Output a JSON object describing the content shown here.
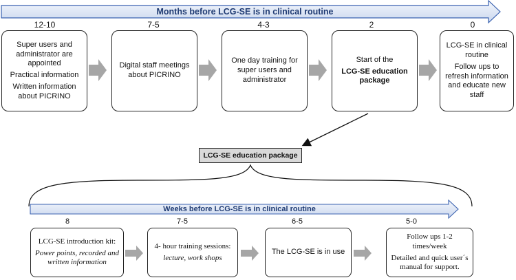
{
  "top_timeline": {
    "title": "Months before LCG-SE is in clinical routine",
    "steps": [
      {
        "label": "12-10",
        "lines": [
          "Super users and administrator are appointed",
          "Practical information",
          "Written information about PICRINO"
        ]
      },
      {
        "label": "7-5",
        "lines": [
          "Digital staff meetings about PICRINO"
        ]
      },
      {
        "label": "4-3",
        "lines": [
          "One day training for super users and administrator"
        ]
      },
      {
        "label": "2",
        "lines": [
          "Start of the",
          "LCG-SE education package"
        ]
      },
      {
        "label": "0",
        "lines": [
          "LCG-SE in clinical routine",
          "Follow ups to refresh information and educate new staff"
        ]
      }
    ]
  },
  "package_label": "LCG-SE education package",
  "bottom_timeline": {
    "title": "Weeks before LCG-SE is in clinical routine",
    "steps": [
      {
        "label": "8",
        "heading": "LCG-SE introduction kit:",
        "detail": "Power points, recorded and written information"
      },
      {
        "label": "7-5",
        "heading": "4- hour training sessions:",
        "detail": "lecture, work shops"
      },
      {
        "label": "6-5",
        "heading": "The LCG-SE is in use",
        "detail": ""
      },
      {
        "label": "5-0",
        "heading": "Follow ups 1-2 times/week",
        "detail": "Detailed and quick user´s manual for support."
      }
    ]
  }
}
